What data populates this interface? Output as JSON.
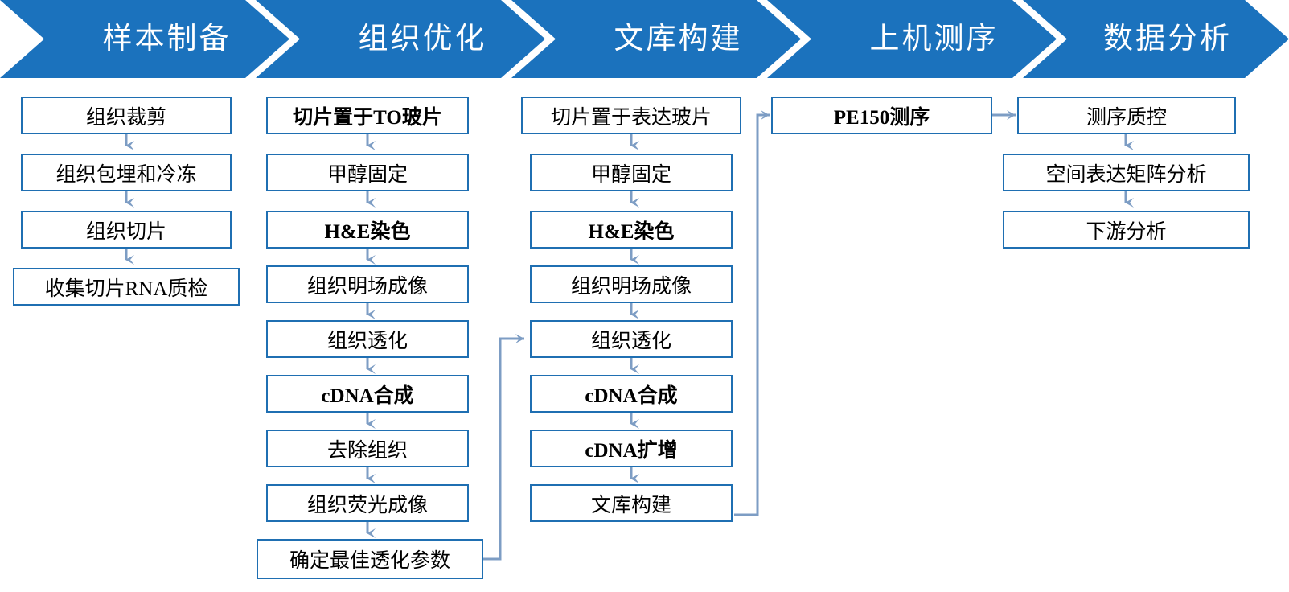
{
  "banner": {
    "stages": [
      {
        "label": "样本制备"
      },
      {
        "label": "组织优化"
      },
      {
        "label": "文库构建"
      },
      {
        "label": "上机测序"
      },
      {
        "label": "数据分析"
      }
    ],
    "color": "#1B72BD",
    "text_color": "#FFFFFF"
  },
  "theme": {
    "box_border": "#1F6FB2",
    "arrow_color": "#7D9DC4",
    "connector_color": "#6E93BE",
    "background": "#FFFFFF"
  },
  "columns": [
    {
      "stage": "样本制备",
      "steps": [
        {
          "label": "组织裁剪",
          "bold": false
        },
        {
          "label": "组织包埋和冷冻",
          "bold": false
        },
        {
          "label": "组织切片",
          "bold": false
        },
        {
          "label": "收集切片RNA质检",
          "bold": false
        }
      ]
    },
    {
      "stage": "组织优化",
      "steps": [
        {
          "label": "切片置于TO玻片",
          "bold": true
        },
        {
          "label": "甲醇固定",
          "bold": false
        },
        {
          "label": "H&E染色",
          "bold": true
        },
        {
          "label": "组织明场成像",
          "bold": false
        },
        {
          "label": "组织透化",
          "bold": false
        },
        {
          "label": "cDNA合成",
          "bold": true
        },
        {
          "label": "去除组织",
          "bold": false
        },
        {
          "label": "组织荧光成像",
          "bold": false
        },
        {
          "label": "确定最佳透化参数",
          "bold": false
        }
      ]
    },
    {
      "stage": "文库构建",
      "steps": [
        {
          "label": "切片置于表达玻片",
          "bold": false
        },
        {
          "label": "甲醇固定",
          "bold": false
        },
        {
          "label": "H&E染色",
          "bold": true
        },
        {
          "label": "组织明场成像",
          "bold": false
        },
        {
          "label": "组织透化",
          "bold": false
        },
        {
          "label": "cDNA合成",
          "bold": true
        },
        {
          "label": "cDNA扩增",
          "bold": true
        },
        {
          "label": "文库构建",
          "bold": false
        }
      ]
    },
    {
      "stage": "上机测序",
      "steps": [
        {
          "label": "PE150测序",
          "bold": true
        }
      ]
    },
    {
      "stage": "数据分析",
      "steps": [
        {
          "label": "测序质控",
          "bold": false
        },
        {
          "label": "空间表达矩阵分析",
          "bold": false
        },
        {
          "label": "下游分析",
          "bold": false
        }
      ]
    }
  ]
}
